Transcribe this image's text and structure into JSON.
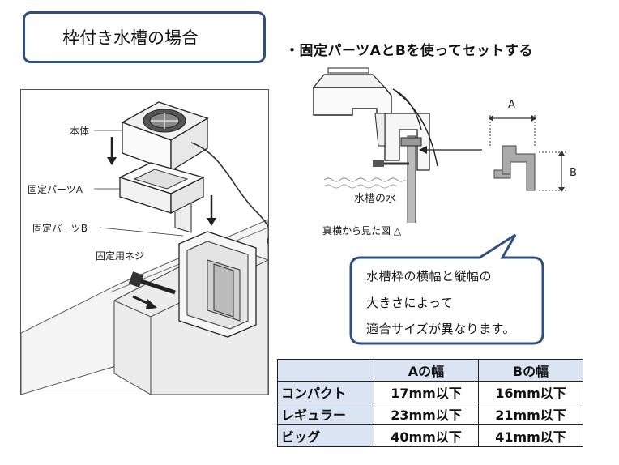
{
  "title": "枠付き水槽の場合",
  "headline": "・固定パーツAとBを使ってセットする",
  "left_figure": {
    "labels": {
      "body": "本体",
      "part_a": "固定パーツA",
      "part_b": "固定パーツB",
      "screw": "固定用ネジ"
    }
  },
  "right_figure": {
    "water_label": "水槽の水",
    "dim_a": "A",
    "dim_b": "B",
    "caption": "真横から見た図 △"
  },
  "callout": {
    "line1": "水槽枠の横幅と縦幅の",
    "line2": "大きさによって",
    "line3": "適合サイズが異なります。"
  },
  "table": {
    "headers": [
      "",
      "Aの幅",
      "Bの幅"
    ],
    "rows": [
      {
        "name": "コンパクト",
        "a": "17mm以下",
        "b": "16mm以下"
      },
      {
        "name": "レギュラー",
        "a": "23mm以下",
        "b": "21mm以下"
      },
      {
        "name": "ビッグ",
        "a": "40mm以下",
        "b": "41mm以下"
      }
    ]
  }
}
